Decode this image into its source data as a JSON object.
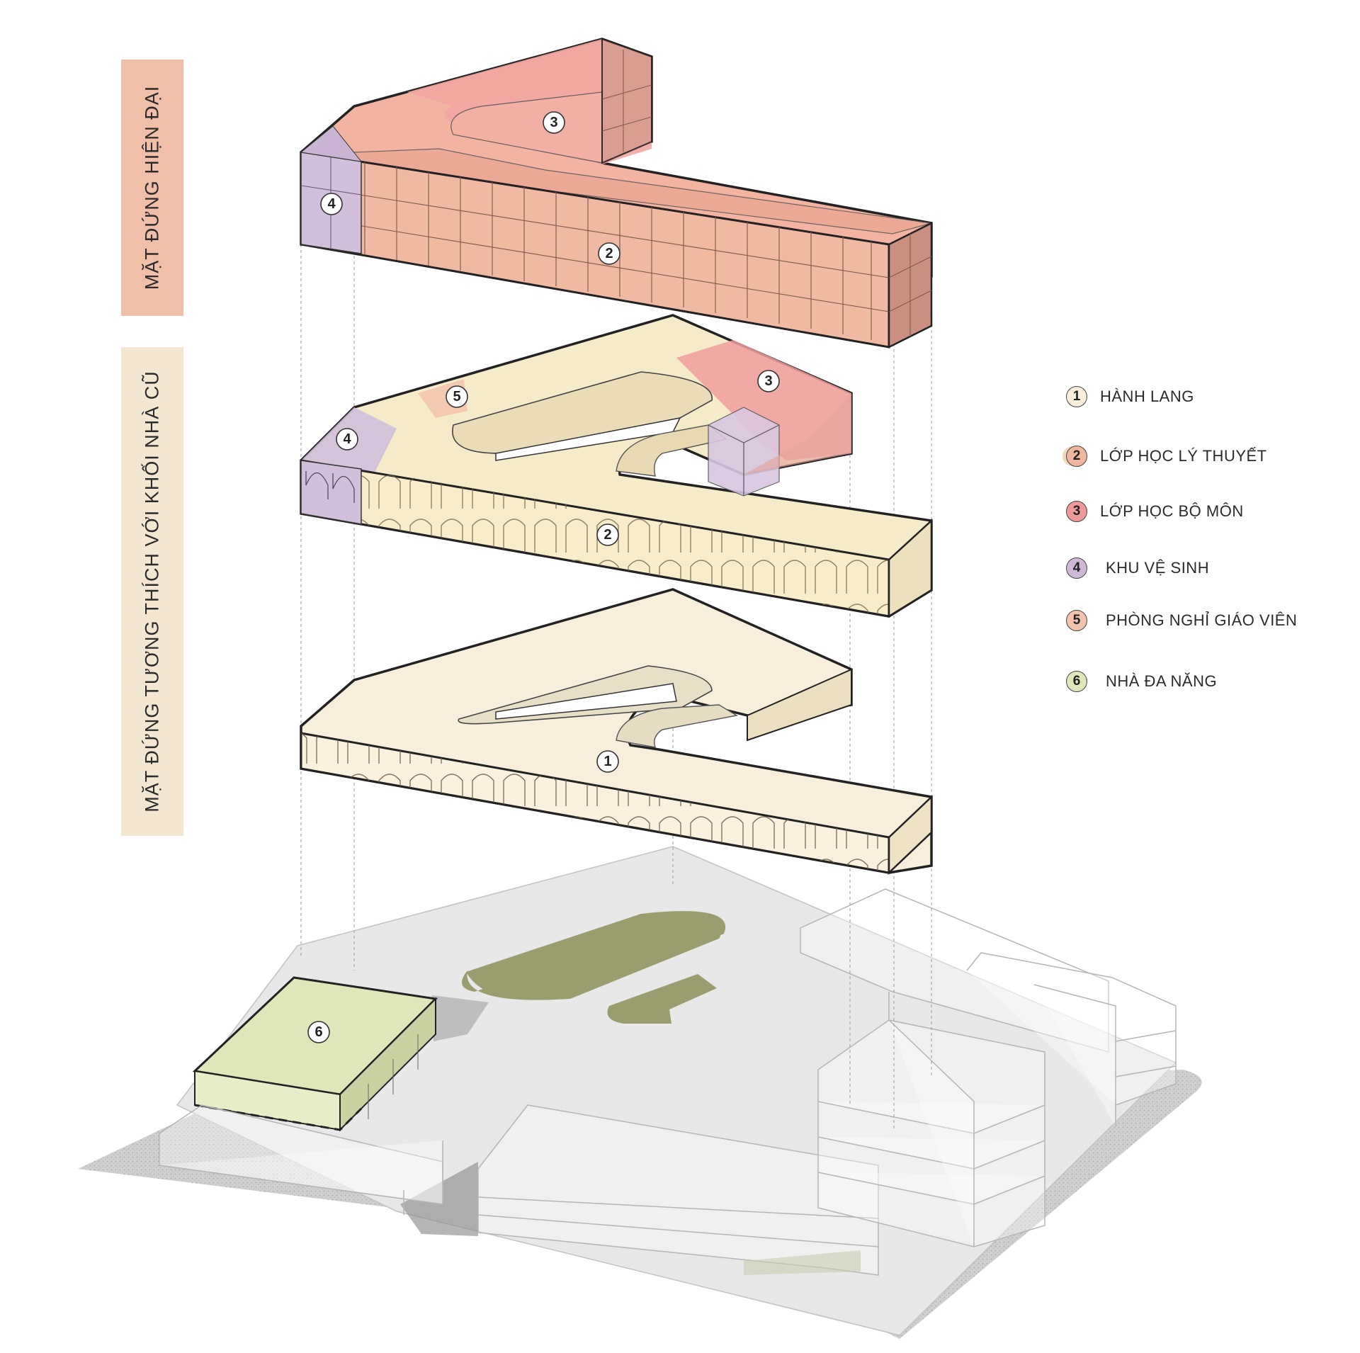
{
  "side_labels": {
    "modern": "MẶT ĐỨNG HIỆN ĐẠI",
    "compatible": "MẶT ĐỨNG TƯƠNG THÍCH VỚI KHỐI NHÀ CŨ"
  },
  "markers": {
    "m1": "1",
    "m2a": "2",
    "m2b": "2",
    "m3a": "3",
    "m3b": "3",
    "m4a": "4",
    "m4b": "4",
    "m5": "5",
    "m6": "6"
  },
  "legend": [
    {
      "num": "1",
      "label": "HÀNH LANG",
      "color": "#f7efd9"
    },
    {
      "num": "2",
      "label": "LỚP HỌC LÝ THUYẾT",
      "color": "#f0b79f"
    },
    {
      "num": "3",
      "label": "LỚP HỌC BỘ MÔN",
      "color": "#ee9a98"
    },
    {
      "num": "4",
      "label": "KHU VỆ SINH",
      "color": "#cdb8d6"
    },
    {
      "num": "5",
      "label": "PHÒNG NGHỈ GIÁO VIÊN",
      "color": "#f2c4ad"
    },
    {
      "num": "6",
      "label": "NHÀ ĐA NĂNG",
      "color": "#dfe7b8"
    }
  ],
  "colors": {
    "modern_top": "#f2b4a0",
    "modern_face": "#efb9a2",
    "modern_side": "#c98f7f",
    "special_room": "#ee9e9c",
    "toilet": "#d2bfdc",
    "compat_top": "#f6ebc9",
    "compat_face": "#f8ecc9",
    "corridor_top": "#f7efdc",
    "corridor_face": "#f9f1de",
    "site": "#e6e6e6",
    "grass": "#9a9e6e",
    "multipurpose": "#dfe7b9"
  }
}
